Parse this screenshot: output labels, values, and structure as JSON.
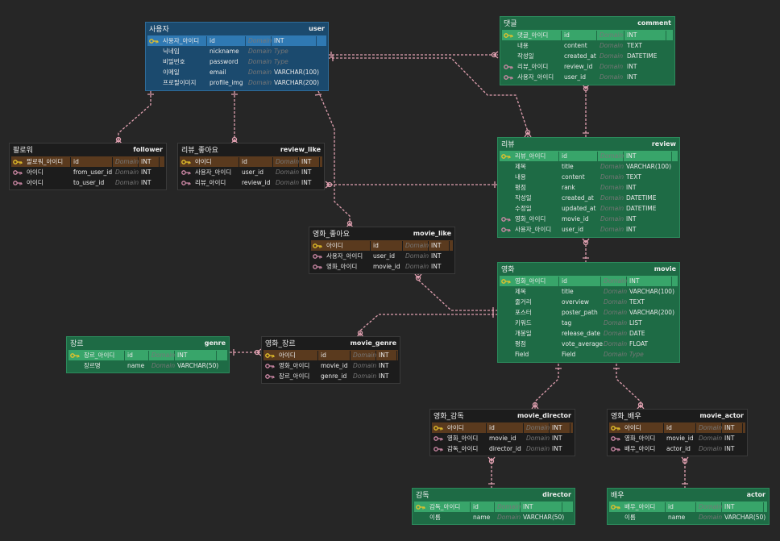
{
  "colors": {
    "link": "#e0a0b0",
    "user_table": "#1b4a6e",
    "entity_table": "#1e6b45",
    "relation_table": "#1c1c1c",
    "pk_key": "#e6c22a",
    "fk_key": "#d08aa8"
  },
  "tables": {
    "user": {
      "logical": "사용자",
      "physical": "user",
      "rows": [
        {
          "k": "pk",
          "l": "사용자_아이디",
          "p": "id",
          "d": "Domain",
          "t": "INT"
        },
        {
          "k": "",
          "l": "닉네임",
          "p": "nickname",
          "d": "Domain",
          "t": "Type"
        },
        {
          "k": "",
          "l": "비밀번호",
          "p": "password",
          "d": "Domain",
          "t": "Type"
        },
        {
          "k": "",
          "l": "이메일",
          "p": "email",
          "d": "Domain",
          "t": "VARCHAR(100)"
        },
        {
          "k": "",
          "l": "프로필이미지",
          "p": "profile_img",
          "d": "Domain",
          "t": "VARCHAR(200)"
        }
      ]
    },
    "comment": {
      "logical": "댓글",
      "physical": "comment",
      "rows": [
        {
          "k": "pk",
          "l": "댓글_아이디",
          "p": "id",
          "d": "Domain",
          "t": "INT"
        },
        {
          "k": "",
          "l": "내용",
          "p": "content",
          "d": "Domain",
          "t": "TEXT"
        },
        {
          "k": "",
          "l": "작성일",
          "p": "created_at",
          "d": "Domain",
          "t": "DATETIME"
        },
        {
          "k": "fk",
          "l": "리뷰_아이디",
          "p": "review_id",
          "d": "Domain",
          "t": "INT"
        },
        {
          "k": "fk",
          "l": "사용자_아이디",
          "p": "user_id",
          "d": "Domain",
          "t": "INT"
        }
      ]
    },
    "follower": {
      "logical": "팔로워",
      "physical": "follower",
      "rows": [
        {
          "k": "pk",
          "l": "팔로워_아이디",
          "p": "id",
          "d": "Domain",
          "t": "INT"
        },
        {
          "k": "fk",
          "l": "아이디",
          "p": "from_user_id",
          "d": "Domain",
          "t": "INT"
        },
        {
          "k": "fk",
          "l": "아이디",
          "p": "to_user_id",
          "d": "Domain",
          "t": "INT"
        }
      ]
    },
    "review_like": {
      "logical": "리뷰_좋아요",
      "physical": "review_like",
      "rows": [
        {
          "k": "pk",
          "l": "아이디",
          "p": "id",
          "d": "Domain",
          "t": "INT"
        },
        {
          "k": "fk",
          "l": "사용자_아이디",
          "p": "user_id",
          "d": "Domain",
          "t": "INT"
        },
        {
          "k": "fk",
          "l": "리뷰_아이디",
          "p": "review_id",
          "d": "Domain",
          "t": "INT"
        }
      ]
    },
    "review": {
      "logical": "리뷰",
      "physical": "review",
      "rows": [
        {
          "k": "pk",
          "l": "리뷰_아이디",
          "p": "id",
          "d": "Domain",
          "t": "INT"
        },
        {
          "k": "",
          "l": "제목",
          "p": "title",
          "d": "Domain",
          "t": "VARCHAR(100)"
        },
        {
          "k": "",
          "l": "내용",
          "p": "content",
          "d": "Domain",
          "t": "TEXT"
        },
        {
          "k": "",
          "l": "평점",
          "p": "rank",
          "d": "Domain",
          "t": "INT"
        },
        {
          "k": "",
          "l": "작성일",
          "p": "created_at",
          "d": "Domain",
          "t": "DATETIME"
        },
        {
          "k": "",
          "l": "수정일",
          "p": "updated_at",
          "d": "Domain",
          "t": "DATETIME"
        },
        {
          "k": "fk",
          "l": "영화_아이디",
          "p": "movie_id",
          "d": "Domain",
          "t": "INT"
        },
        {
          "k": "fk",
          "l": "사용자_아이디",
          "p": "user_id",
          "d": "Domain",
          "t": "INT"
        }
      ]
    },
    "movie_like": {
      "logical": "영화_좋아요",
      "physical": "movie_like",
      "rows": [
        {
          "k": "pk",
          "l": "아이디",
          "p": "id",
          "d": "Domain",
          "t": "INT"
        },
        {
          "k": "fk",
          "l": "사용자_아이디",
          "p": "user_id",
          "d": "Domain",
          "t": "INT"
        },
        {
          "k": "fk",
          "l": "영화_아이디",
          "p": "movie_id",
          "d": "Domain",
          "t": "INT"
        }
      ]
    },
    "movie": {
      "logical": "영화",
      "physical": "movie",
      "rows": [
        {
          "k": "pk",
          "l": "영화_아이디",
          "p": "id",
          "d": "Domain",
          "t": "INT"
        },
        {
          "k": "",
          "l": "제목",
          "p": "title",
          "d": "Domain",
          "t": "VARCHAR(100)"
        },
        {
          "k": "",
          "l": "줄거리",
          "p": "overview",
          "d": "Domain",
          "t": "TEXT"
        },
        {
          "k": "",
          "l": "포스터",
          "p": "poster_path",
          "d": "Domain",
          "t": "VARCHAR(200)"
        },
        {
          "k": "",
          "l": "키워드",
          "p": "tag",
          "d": "Domain",
          "t": "LIST"
        },
        {
          "k": "",
          "l": "개봉일",
          "p": "release_date",
          "d": "Domain",
          "t": "DATE"
        },
        {
          "k": "",
          "l": "평점",
          "p": "vote_average",
          "d": "Domain",
          "t": "FLOAT"
        },
        {
          "k": "",
          "l": "Field",
          "p": "Field",
          "d": "Domain",
          "t": "Type"
        }
      ]
    },
    "genre": {
      "logical": "장르",
      "physical": "genre",
      "rows": [
        {
          "k": "pk",
          "l": "장르_아이디",
          "p": "id",
          "d": "Domain",
          "t": "INT"
        },
        {
          "k": "",
          "l": "장르명",
          "p": "name",
          "d": "Domain",
          "t": "VARCHAR(50)"
        }
      ]
    },
    "movie_genre": {
      "logical": "영화_장르",
      "physical": "movie_genre",
      "rows": [
        {
          "k": "pk",
          "l": "아이디",
          "p": "id",
          "d": "Domain",
          "t": "INT"
        },
        {
          "k": "fk",
          "l": "영화_아이디",
          "p": "movie_id",
          "d": "Domain",
          "t": "INT"
        },
        {
          "k": "fk",
          "l": "장르_아이디",
          "p": "genre_id",
          "d": "Domain",
          "t": "INT"
        }
      ]
    },
    "movie_director": {
      "logical": "영화_감독",
      "physical": "movie_director",
      "rows": [
        {
          "k": "pk",
          "l": "아이디",
          "p": "id",
          "d": "Domain",
          "t": "INT"
        },
        {
          "k": "fk",
          "l": "영화_아이디",
          "p": "movie_id",
          "d": "Domain",
          "t": "INT"
        },
        {
          "k": "fk",
          "l": "감독_아이디",
          "p": "director_id",
          "d": "Domain",
          "t": "INT"
        }
      ]
    },
    "movie_actor": {
      "logical": "영화_배우",
      "physical": "movie_actor",
      "rows": [
        {
          "k": "pk",
          "l": "아이디",
          "p": "id",
          "d": "Domain",
          "t": "INT"
        },
        {
          "k": "fk",
          "l": "영화_아이디",
          "p": "movie_id",
          "d": "Domain",
          "t": "INT"
        },
        {
          "k": "fk",
          "l": "배우_아이디",
          "p": "actor_id",
          "d": "Domain",
          "t": "INT"
        }
      ]
    },
    "director": {
      "logical": "감독",
      "physical": "director",
      "rows": [
        {
          "k": "pk",
          "l": "감독_아이디",
          "p": "id",
          "d": "Domain",
          "t": "INT"
        },
        {
          "k": "",
          "l": "이름",
          "p": "name",
          "d": "Domain",
          "t": "VARCHAR(50)"
        }
      ]
    },
    "actor": {
      "logical": "배우",
      "physical": "actor",
      "rows": [
        {
          "k": "pk",
          "l": "배우_아이디",
          "p": "id",
          "d": "Domain",
          "t": "INT"
        },
        {
          "k": "",
          "l": "이름",
          "p": "name",
          "d": "Domain",
          "t": "VARCHAR(50)"
        }
      ]
    }
  }
}
